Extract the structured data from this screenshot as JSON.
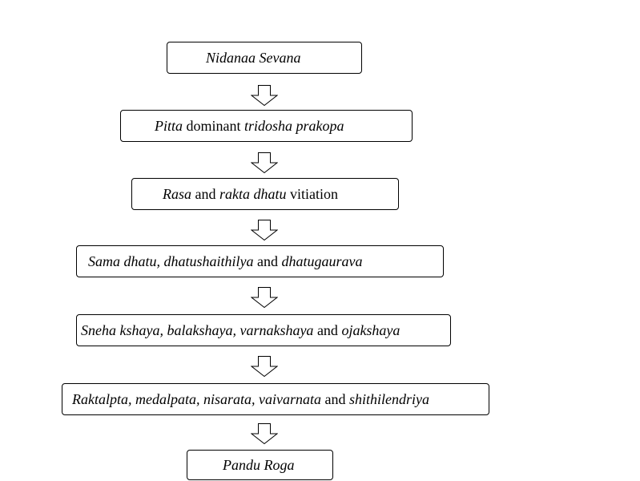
{
  "flowchart": {
    "steps": [
      {
        "parts": [
          {
            "text": "Nidanaa Sevana",
            "italic": true
          }
        ]
      },
      {
        "parts": [
          {
            "text": "Pitta",
            "italic": true
          },
          {
            "text": " dominant ",
            "italic": false
          },
          {
            "text": "tridosha prakopa",
            "italic": true
          }
        ]
      },
      {
        "parts": [
          {
            "text": "Rasa",
            "italic": true
          },
          {
            "text": " and ",
            "italic": false
          },
          {
            "text": "rakta dhatu",
            "italic": true
          },
          {
            "text": " vitiation",
            "italic": false
          }
        ]
      },
      {
        "parts": [
          {
            "text": "Sama dhatu, dhatushaithilya",
            "italic": true
          },
          {
            "text": " and ",
            "italic": false
          },
          {
            "text": "dhatugaurava",
            "italic": true
          }
        ]
      },
      {
        "parts": [
          {
            "text": "Sneha kshaya, balakshaya, varnakshaya",
            "italic": true
          },
          {
            "text": " and ",
            "italic": false
          },
          {
            "text": "ojakshaya",
            "italic": true
          }
        ]
      },
      {
        "parts": [
          {
            "text": "Raktalpta, medalpata, nisarata, vaivarnata",
            "italic": true
          },
          {
            "text": " and ",
            "italic": false
          },
          {
            "text": "shithilendriya",
            "italic": true
          }
        ]
      },
      {
        "parts": [
          {
            "text": "Pandu Roga",
            "italic": true
          }
        ]
      }
    ]
  }
}
